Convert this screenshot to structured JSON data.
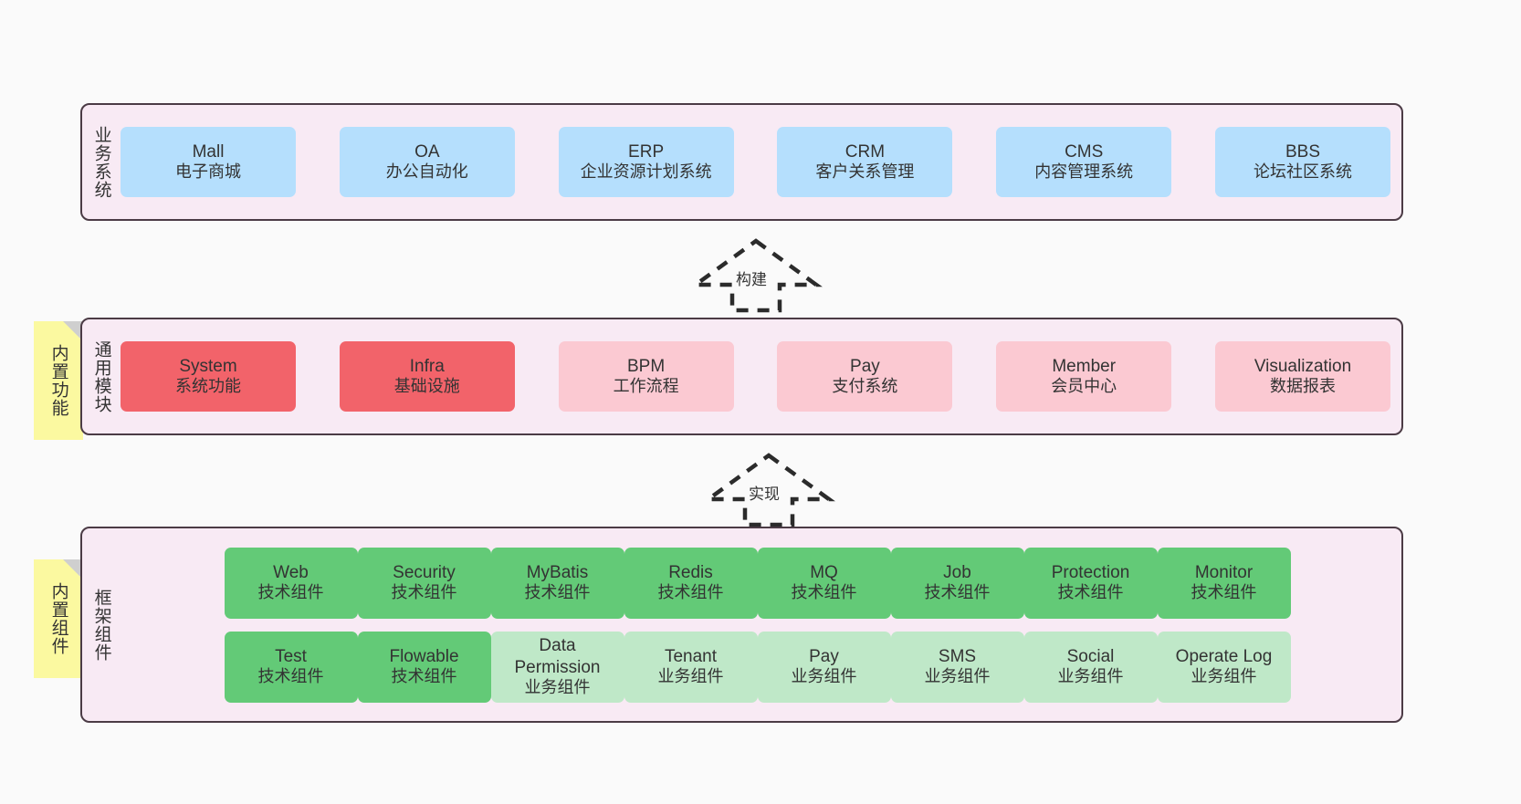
{
  "diagram": {
    "title": "",
    "colors": {
      "container_bg": "#f8eaf4",
      "container_border": "#4b3b45",
      "business_box": "#b5dffd",
      "core_module_box": "#f2636a",
      "module_box": "#fbc9d2",
      "tech_component_box": "#63ca77",
      "biz_component_box": "#bfe8c8",
      "note_bg": "#fbf9a0",
      "page_bg": "#fafafa"
    }
  },
  "layers": {
    "business": {
      "label": "业务系统",
      "items": [
        {
          "name": "Mall",
          "desc": "电子商城"
        },
        {
          "name": "OA",
          "desc": "办公自动化"
        },
        {
          "name": "ERP",
          "desc": "企业资源计划系统"
        },
        {
          "name": "CRM",
          "desc": "客户关系管理"
        },
        {
          "name": "CMS",
          "desc": "内容管理系统"
        },
        {
          "name": "BBS",
          "desc": "论坛社区系统"
        }
      ]
    },
    "modules": {
      "label": "通用模块",
      "note": "内置功能",
      "items": [
        {
          "name": "System",
          "desc": "系统功能"
        },
        {
          "name": "Infra",
          "desc": "基础设施"
        },
        {
          "name": "BPM",
          "desc": "工作流程"
        },
        {
          "name": "Pay",
          "desc": "支付系统"
        },
        {
          "name": "Member",
          "desc": "会员中心"
        },
        {
          "name": "Visualization",
          "desc": "数据报表"
        }
      ]
    },
    "framework": {
      "label": "框架组件",
      "note": "内置组件",
      "row1": [
        {
          "name": "Web",
          "desc": "技术组件"
        },
        {
          "name": "Security",
          "desc": "技术组件"
        },
        {
          "name": "MyBatis",
          "desc": "技术组件"
        },
        {
          "name": "Redis",
          "desc": "技术组件"
        },
        {
          "name": "MQ",
          "desc": "技术组件"
        },
        {
          "name": "Job",
          "desc": "技术组件"
        },
        {
          "name": "Protection",
          "desc": "技术组件"
        },
        {
          "name": "Monitor",
          "desc": "技术组件"
        }
      ],
      "row2": [
        {
          "name": "Test",
          "desc": "技术组件"
        },
        {
          "name": "Flowable",
          "desc": "技术组件"
        },
        {
          "name": "Data Permission",
          "desc": "业务组件"
        },
        {
          "name": "Tenant",
          "desc": "业务组件"
        },
        {
          "name": "Pay",
          "desc": "业务组件"
        },
        {
          "name": "SMS",
          "desc": "业务组件"
        },
        {
          "name": "Social",
          "desc": "业务组件"
        },
        {
          "name": "Operate Log",
          "desc": "业务组件"
        }
      ]
    }
  },
  "arrows": [
    {
      "id": "build",
      "label": "构建",
      "from": "modules",
      "to": "business",
      "style": "dashed-block-arrow-up"
    },
    {
      "id": "implement",
      "label": "实现",
      "from": "framework",
      "to": "modules",
      "style": "dashed-block-arrow-up"
    }
  ]
}
